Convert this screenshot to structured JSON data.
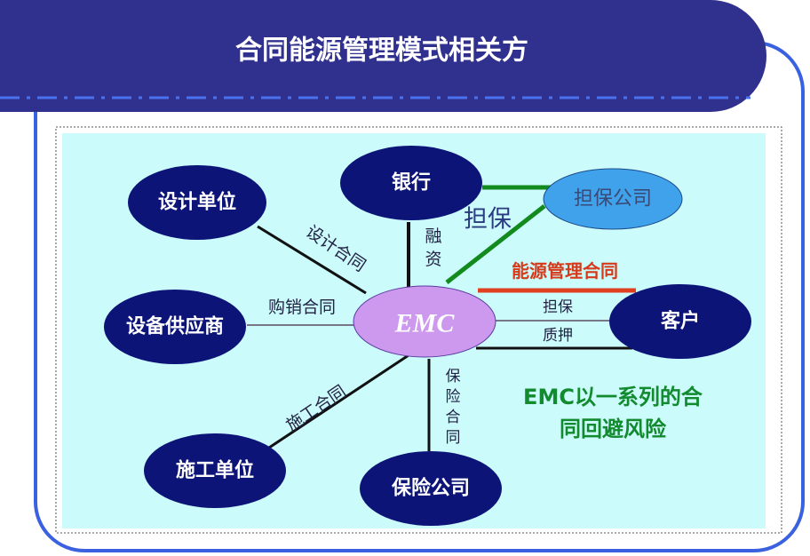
{
  "title": "合同能源管理模式相关方",
  "nodes": {
    "design_unit": "设计单位",
    "bank": "银行",
    "guarantor": "担保公司",
    "supplier": "设备供应商",
    "emc": "EMC",
    "client": "客户",
    "construction_unit": "施工单位",
    "insurer": "保险公司"
  },
  "edges": {
    "design_contract": "设计合同",
    "purchase_contract": "购销合同",
    "financing": [
      "融",
      "资"
    ],
    "guarantee_big": "担保",
    "energy_contract": "能源管理合同",
    "guarantee": "担保",
    "pledge": "质押",
    "construction_contract": "施工合同",
    "insurance_contract": [
      "保",
      "险",
      "合",
      "同"
    ]
  },
  "note": [
    "EMC以一系列的合",
    "同回避风险"
  ],
  "colors": {
    "header": "#30308e",
    "border": "#3a62e0",
    "canvas": "#ccfbfb",
    "node": "#0c1478",
    "emc": "#cc99ee",
    "guarantor": "#3fa2ea",
    "green": "#128a1e",
    "red": "#e04020"
  }
}
